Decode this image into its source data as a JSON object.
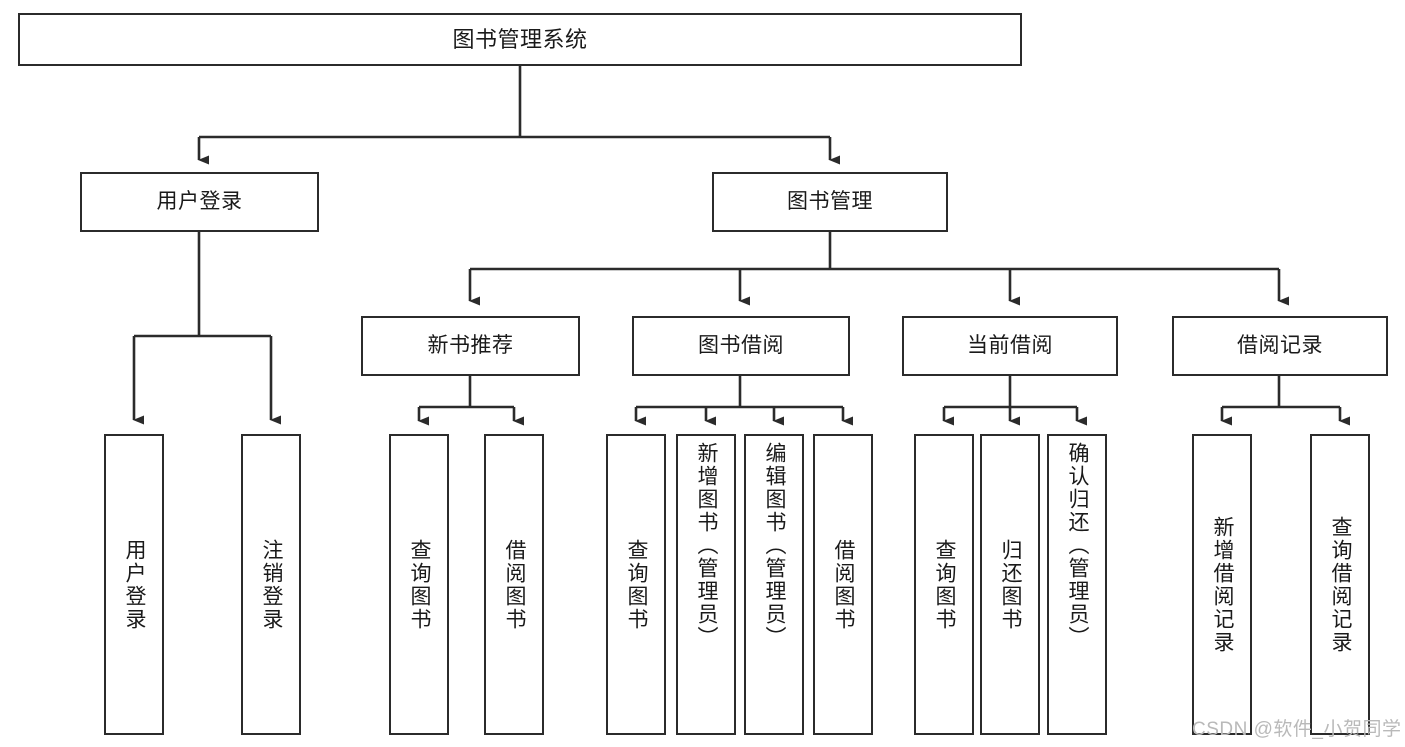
{
  "diagram": {
    "title": "图书管理系统",
    "type": "tree",
    "colors": {
      "box_border": "#2b2b2b",
      "box_fill": "#ffffff",
      "line": "#333333",
      "text": "#1a1a1a",
      "watermark": "#b9b9b9"
    },
    "watermark": "CSDN @软件_小贺同学",
    "nodes": {
      "root": {
        "label": "图书管理系统"
      },
      "level2": [
        {
          "label": "用户登录"
        },
        {
          "label": "图书管理"
        }
      ],
      "level3": [
        {
          "label": "新书推荐"
        },
        {
          "label": "图书借阅"
        },
        {
          "label": "当前借阅"
        },
        {
          "label": "借阅记录"
        }
      ],
      "leaves": {
        "user_login": [
          {
            "label": "用户登录"
          },
          {
            "label": "注销登录"
          }
        ],
        "new_book": [
          {
            "label": "查询图书"
          },
          {
            "label": "借阅图书"
          }
        ],
        "book_borrow": [
          {
            "label": "查询图书"
          },
          {
            "label": "新增图书（管理员）"
          },
          {
            "label": "编辑图书（管理员）"
          },
          {
            "label": "借阅图书"
          }
        ],
        "current_borrow": [
          {
            "label": "查询图书"
          },
          {
            "label": "归还图书"
          },
          {
            "label": "确认归还（管理员）"
          }
        ],
        "borrow_record": [
          {
            "label": "新增借阅记录"
          },
          {
            "label": "查询借阅记录"
          }
        ]
      }
    }
  }
}
